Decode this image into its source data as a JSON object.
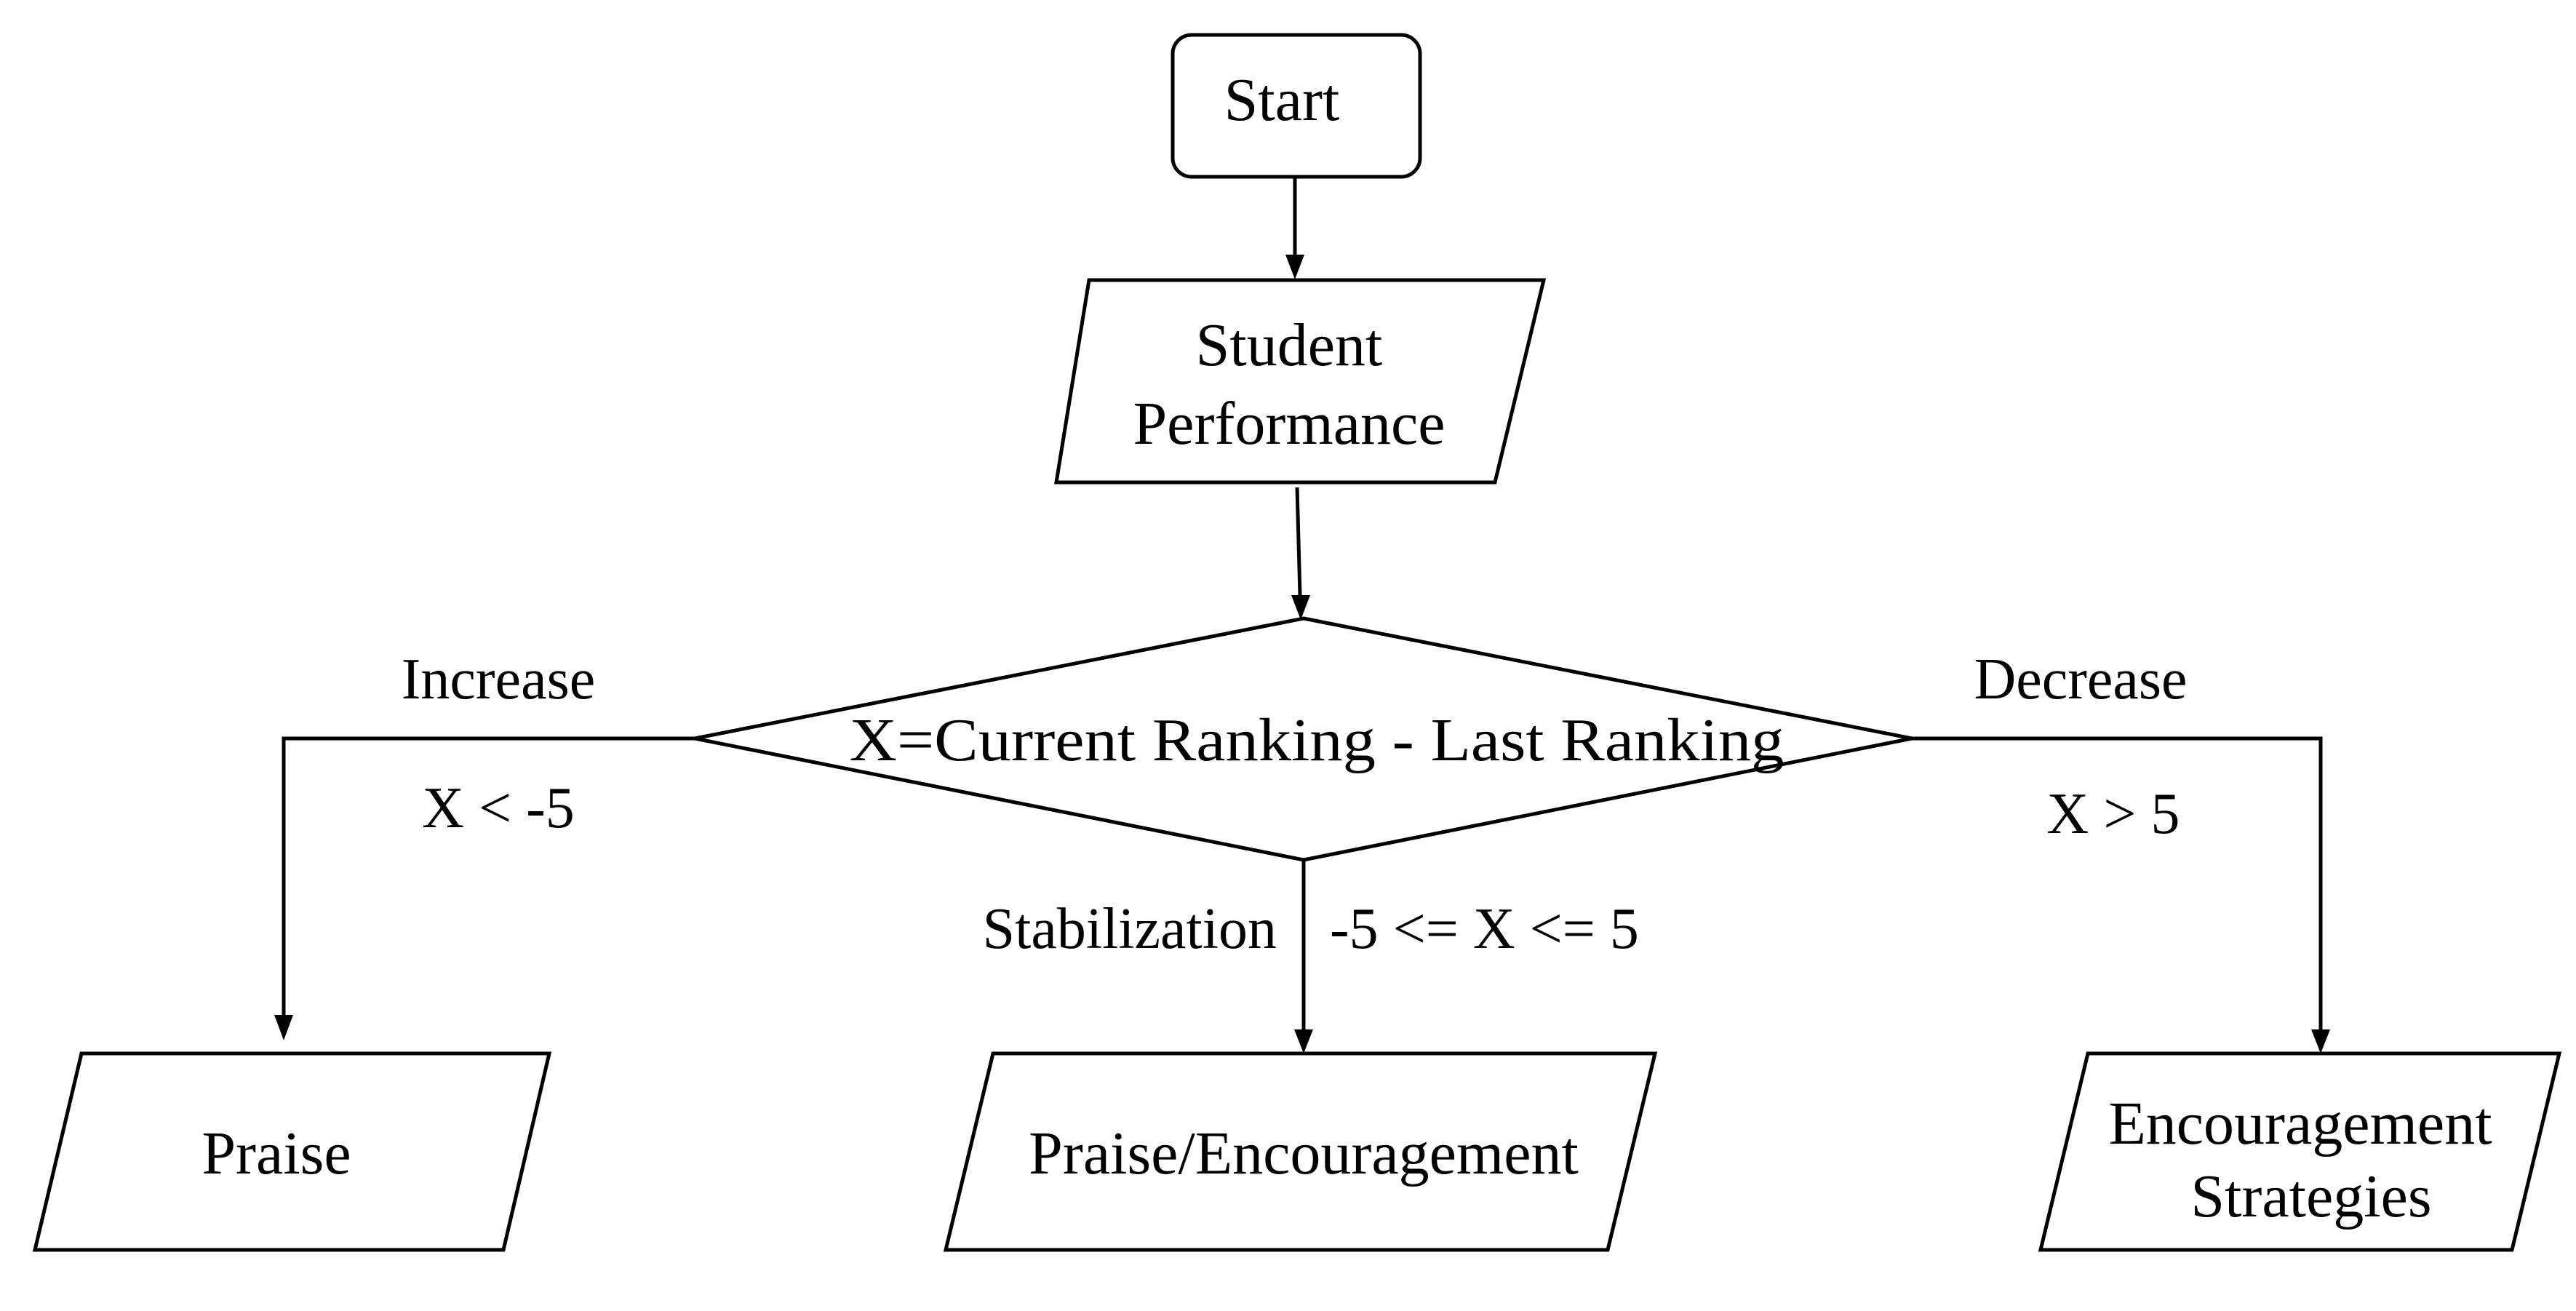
{
  "diagram": {
    "type": "flowchart",
    "nodes": {
      "start": {
        "label": "Start",
        "shape": "rounded-rectangle"
      },
      "input": {
        "line1": "Student",
        "line2": "Performance",
        "shape": "parallelogram"
      },
      "decision": {
        "label": "X=Current Ranking - Last Ranking",
        "shape": "diamond"
      },
      "praise": {
        "label": "Praise",
        "shape": "parallelogram"
      },
      "mixed": {
        "label": "Praise/Encouragement",
        "shape": "parallelogram"
      },
      "encourage": {
        "line1": "Encouragement",
        "line2": "Strategies",
        "shape": "parallelogram"
      }
    },
    "edges": {
      "increase": {
        "name": "Increase",
        "condition": "X < -5"
      },
      "stabilization": {
        "name": "Stabilization",
        "condition": "-5 <= X <= 5"
      },
      "decrease": {
        "name": "Decrease",
        "condition": "X > 5"
      }
    },
    "colors": {
      "stroke": "#000000",
      "fill": "#ffffff",
      "text": "#000000"
    }
  }
}
